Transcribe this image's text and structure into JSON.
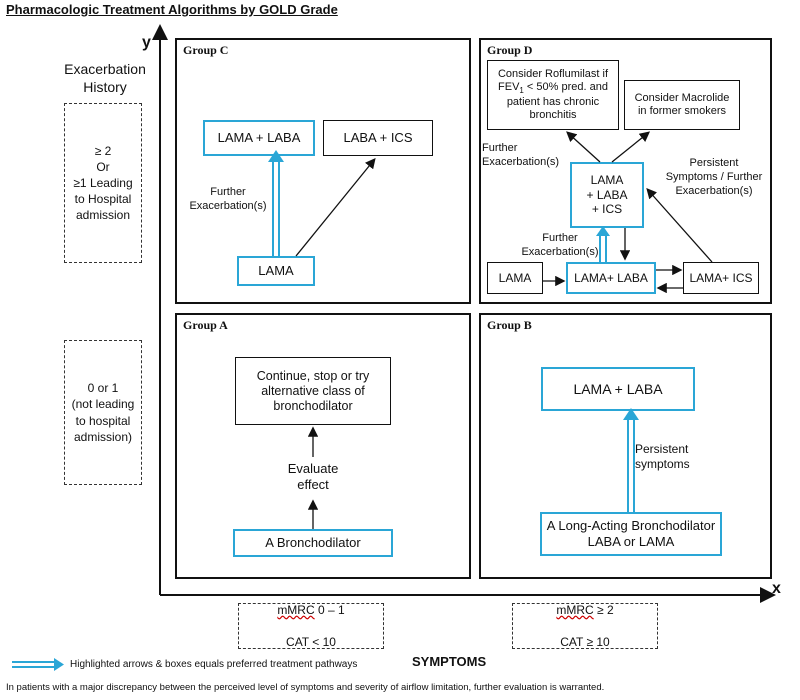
{
  "title": "Pharmacologic Treatment Algorithms by GOLD Grade",
  "axes": {
    "y": "y",
    "x": "x",
    "x_title": "SYMPTOMS"
  },
  "side": {
    "heading": "Exacerbation\nHistory",
    "high": "≥ 2\nOr\n≥1 Leading\nto Hospital\nadmission",
    "low": "0 or 1\n(not leading\nto hospital\nadmission)"
  },
  "bottom": {
    "left": {
      "mmrc": "mMRC",
      "mmrc_range": " 0 – 1",
      "cat": "CAT < 10"
    },
    "right": {
      "mmrc": "mMRC",
      "mmrc_range": " ≥ 2",
      "cat": "CAT ≥ 10"
    }
  },
  "groups": {
    "c": {
      "label": "Group C",
      "lama_laba": "LAMA + LABA",
      "laba_ics": "LABA + ICS",
      "lama": "LAMA",
      "further": "Further\nExacerbation(s)"
    },
    "d": {
      "label": "Group D",
      "roflumilast_pre": "Consider Roflumilast if\nFEV",
      "roflumilast_sub": "1",
      "roflumilast_post": " < 50% pred. and\npatient has chronic\nbronchitis",
      "macrolide": "Consider Macrolide\nin former smokers",
      "further_top": "Further\nExacerbation(s)",
      "triple": "LAMA\n+ LABA\n+ ICS",
      "persistent": "Persistent\nSymptoms / Further\nExacerbation(s)",
      "further_low": "Further\nExacerbation(s)",
      "lama": "LAMA",
      "lama_laba": "LAMA+ LABA",
      "lama_ics": "LAMA+ ICS"
    },
    "a": {
      "label": "Group A",
      "continue": "Continue, stop or try\nalternative class of\nbronchodilator",
      "evaluate": "Evaluate\neffect",
      "bronchodilator": "A Bronchodilator"
    },
    "b": {
      "label": "Group B",
      "lama_laba": "LAMA + LABA",
      "persistent": "Persistent\nsymptoms",
      "long_acting": "A Long-Acting Bronchodilator\nLABA or LAMA"
    }
  },
  "legend": "Highlighted arrows & boxes equals preferred treatment pathways",
  "footnote": "In patients with a major discrepancy between the perceived level of symptoms and severity of airflow limitation, further evaluation is warranted.",
  "colors": {
    "preferred": "#2aa6d6",
    "line": "#111111"
  }
}
